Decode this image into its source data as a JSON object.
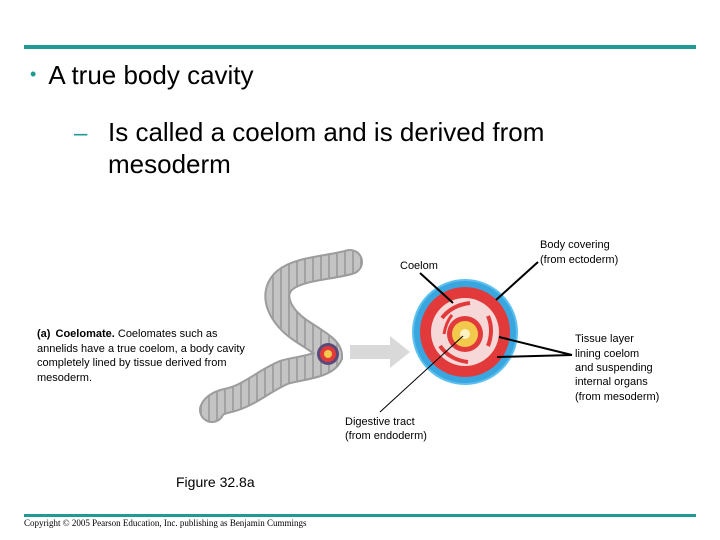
{
  "slide": {
    "bullet_symbol": "•",
    "bullet_text": "A true body cavity",
    "sub_dash": "–",
    "sub_text": "Is called a coelom and is derived from mesoderm"
  },
  "figure": {
    "caption_letter": "(a)",
    "caption_heading": "Coelomate.",
    "caption_body": "Coelomates such as annelids have a true coelom, a body cavity completely lined by tissue derived from mesoderm.",
    "label_coelom": "Coelom",
    "label_body_covering_1": "Body covering",
    "label_body_covering_2": "(from ectoderm)",
    "label_tissue_1": "Tissue layer",
    "label_tissue_2": "lining coelom",
    "label_tissue_3": "and suspending",
    "label_tissue_4": "internal organs",
    "label_tissue_5": "(from mesoderm)",
    "label_digestive_1": "Digestive tract",
    "label_digestive_2": "(from endoderm)",
    "figure_number": "Figure 32.8a"
  },
  "footer": {
    "copyright": "Copyright © 2005 Pearson Education, Inc. publishing as Benjamin Cummings"
  },
  "colors": {
    "accent_teal": "#1f9a96",
    "mesoderm_red": "#e23a3a",
    "ectoderm_blue": "#3aa6e0",
    "endoderm_yellow": "#f2c94c",
    "worm_gray": "#b8b8b8"
  }
}
